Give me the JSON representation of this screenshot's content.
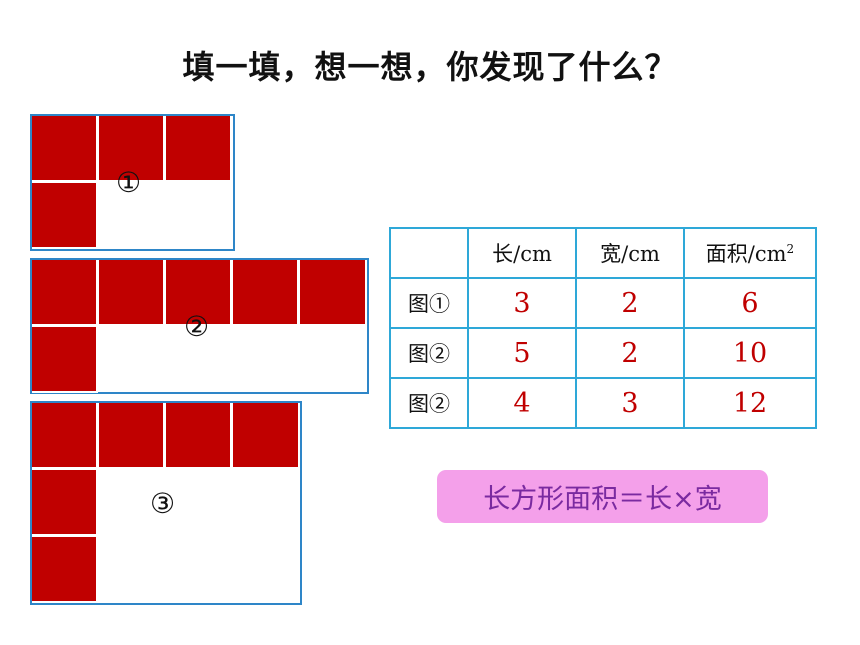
{
  "title": "填一填，想一想，你发现了什么？",
  "figures": [
    {
      "label": "①",
      "length": 3,
      "width": 2
    },
    {
      "label": "②",
      "length": 5,
      "width": 2
    },
    {
      "label": "③",
      "length": 4,
      "width": 3
    }
  ],
  "table": {
    "headers": [
      "",
      "长/cm",
      "宽/cm",
      "面积/cm",
      "2"
    ],
    "rows": [
      {
        "label": "图①",
        "length": "3",
        "width": "2",
        "area": "6"
      },
      {
        "label": "图②",
        "length": "5",
        "width": "2",
        "area": "10"
      },
      {
        "label": "图②",
        "length": "4",
        "width": "3",
        "area": "12"
      }
    ]
  },
  "formula": "长方形面积＝长×宽",
  "colors": {
    "square": "#c00000",
    "border": "#2e86c8",
    "table_border": "#2ea8d8",
    "values": "#c00000",
    "formula_bg": "#f4a0ea",
    "formula_text": "#7a2aa0"
  }
}
